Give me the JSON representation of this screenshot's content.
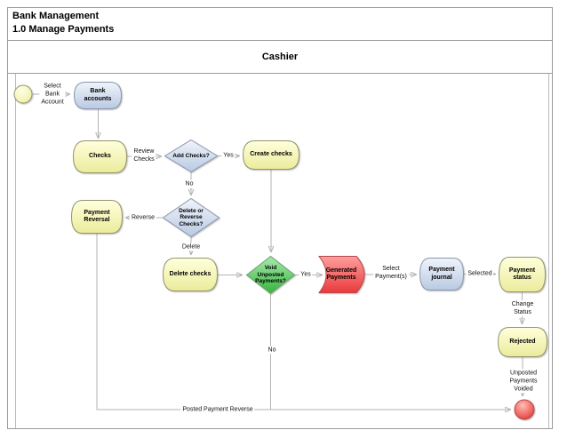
{
  "title": {
    "line1": "Bank Management",
    "line2": "1.0 Manage Payments"
  },
  "lane": {
    "header": "Cashier"
  },
  "nodes": {
    "bank_accounts": "Bank\naccounts",
    "checks": "Checks",
    "add_checks": "Add Checks?",
    "create_checks": "Create checks",
    "delete_reverse": "Delete or\nReverse\nChecks?",
    "payment_reversal": "Payment\nReversal",
    "delete_checks": "Delete checks",
    "void_unposted": "Void\nUnposted\nPayments?",
    "generated_payments": "Generated\nPayments",
    "payment_journal": "Payment\njournal",
    "payment_status": "Payment\nstatus",
    "rejected": "Rejected"
  },
  "edges": {
    "select_bank_account": "Select\nBank\nAccount",
    "review_checks": "Review\nChecks",
    "yes_add": "Yes",
    "no_add": "No",
    "reverse": "Reverse",
    "delete": "Delete",
    "yes_void": "Yes",
    "no_void": "No",
    "select_payments": "Select\nPayment(s)",
    "selected": "Selected",
    "change_status": "Change Status",
    "unposted_payments_voided": "Unposted\nPayments\nVoided",
    "posted_payment_reverse": "Posted Payment Reverse"
  },
  "colors": {
    "process_yellow_top": "#ffffdc",
    "process_yellow_bottom": "#ebeb9c",
    "process_blue_top": "#f0f4fb",
    "process_blue_bottom": "#b9c9e2",
    "decision_green_top": "#a9e9af",
    "decision_green_bottom": "#37b43d",
    "data_red_top": "#ff9e9e",
    "data_red_bottom": "#e93a3a",
    "start_circle_top": "#ffffe8",
    "start_circle_bottom": "#ededa0",
    "end_circle_top": "#ffbdb3",
    "end_circle_bottom": "#e43434",
    "line": "#b3b3b3",
    "arrow": "#000000"
  }
}
